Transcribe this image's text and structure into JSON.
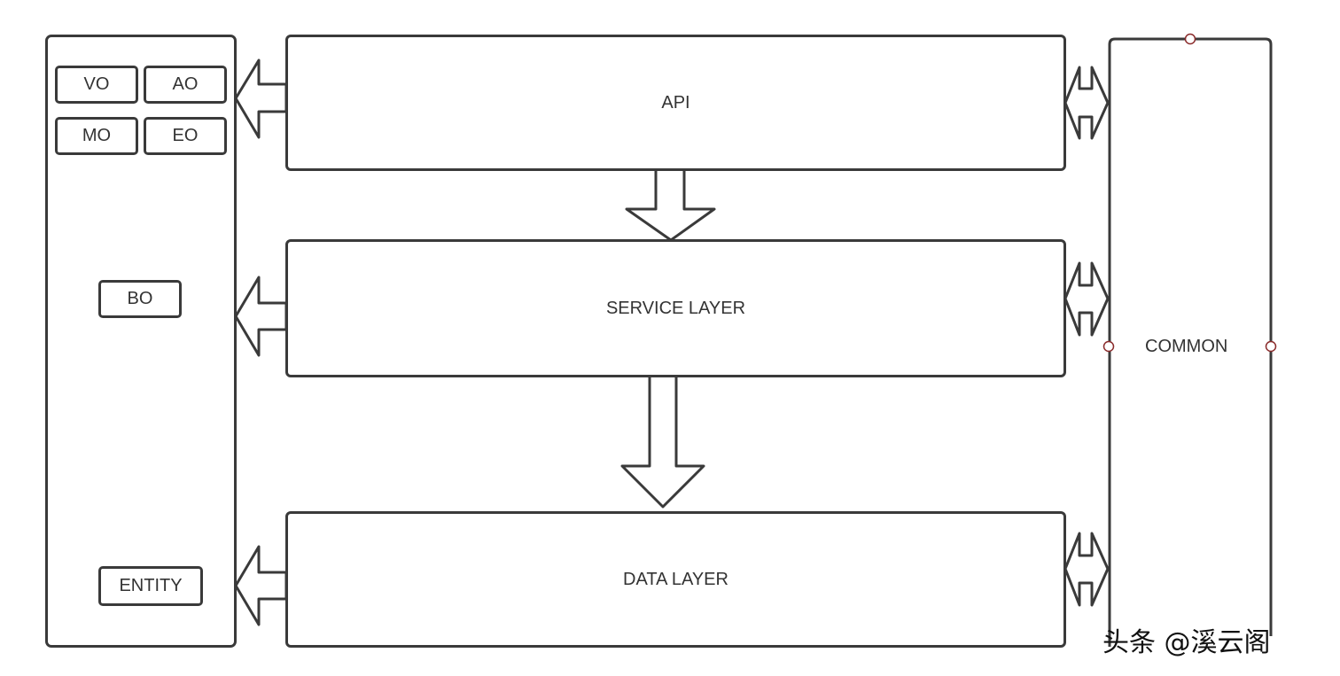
{
  "models_panel": {
    "vo": "VO",
    "ao": "AO",
    "mo": "MO",
    "eo": "EO",
    "bo": "BO",
    "entity": "ENTITY"
  },
  "layers": {
    "api": "API",
    "service": "SERVICE LAYER",
    "data": "DATA LAYER"
  },
  "common": "COMMON",
  "watermark": "头条 @溪云阁"
}
